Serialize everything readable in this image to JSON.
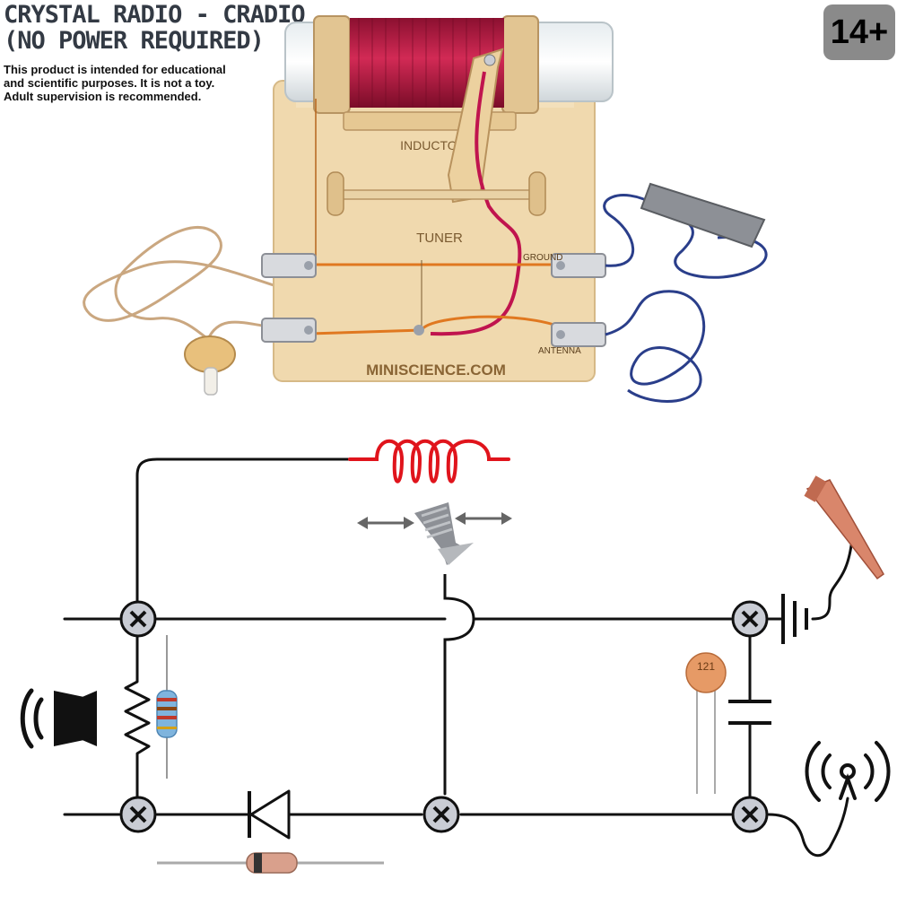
{
  "header": {
    "title_line1": "CRYSTAL RADIO - CRADIO",
    "title_line2": "(NO POWER REQUIRED)",
    "disclaimer": "This product is intended for educational and scientific purposes. It is not a toy. Adult supervision is recommended.",
    "age_badge": "14+"
  },
  "board": {
    "inductor_label": "INDUCTOR",
    "tuner_label": "TUNER",
    "ground_label": "GROUND",
    "antenna_label": "ANTENNA",
    "brand_label": "MINISCIENCE.COM"
  },
  "schematic": {
    "capacitor_code": "121"
  },
  "colors": {
    "wire": "#111111",
    "inductor_coil": "#e0141c",
    "terminal": "#c9ccd4",
    "wood": "#f0d9ae",
    "badge": "#8a8a8a"
  }
}
